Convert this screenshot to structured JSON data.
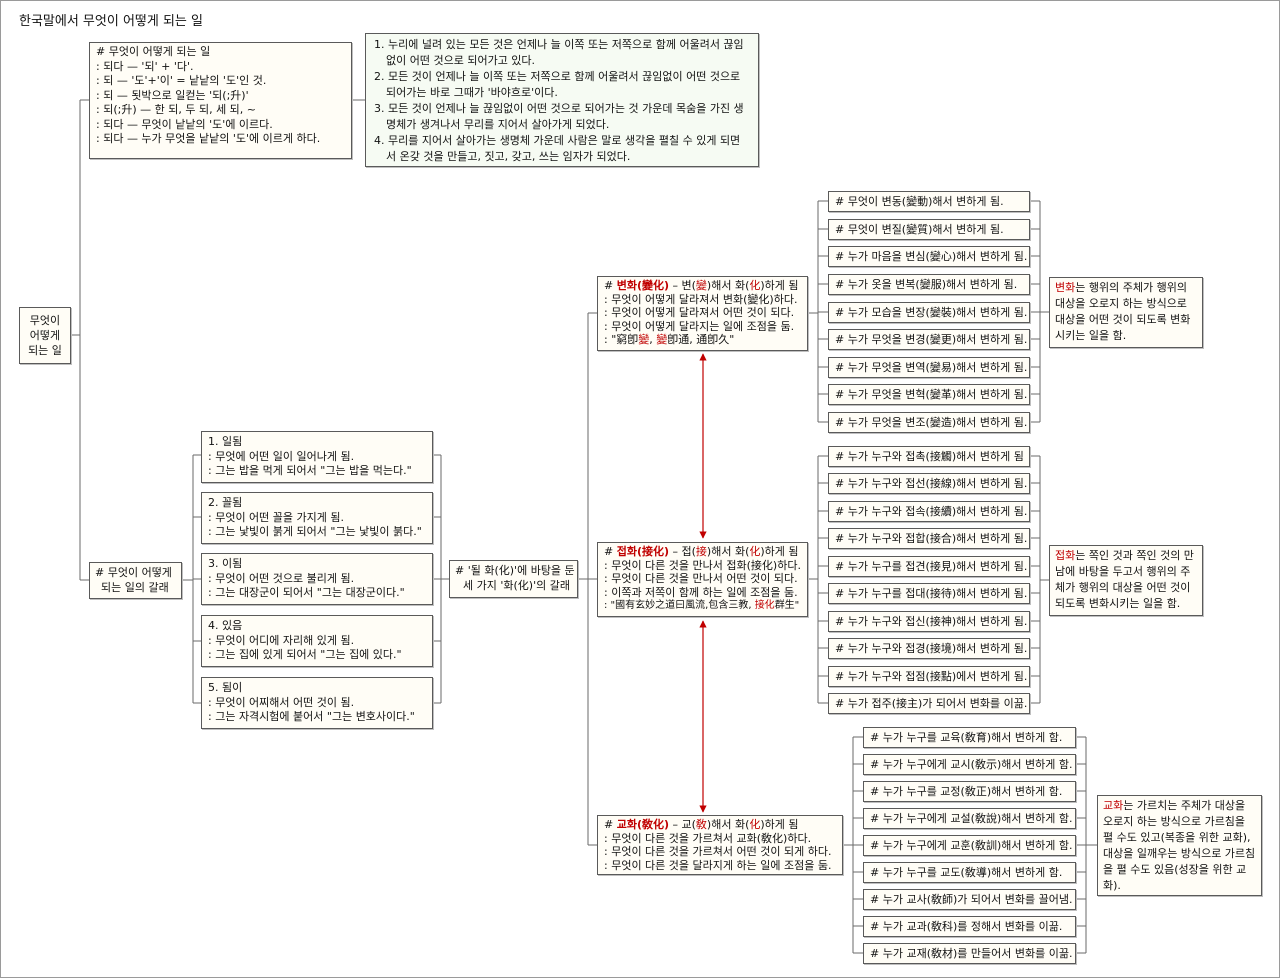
{
  "title": "한국말에서 무엇이 어떻게 되는 일",
  "root": "무엇이\n어떻게\n되는 일",
  "def_box": {
    "lines": [
      "# 무엇이 어떻게 되는 일",
      ": 되다 — '되' + '다'.",
      ": 되 — '도'+'이' = 낱낱의 '도'인 것.",
      ": 되 — 됫박으로 일컫는 '되(;升)'",
      ": 되(;升) — 한 되, 두 되, 세 되, ~",
      ": 되다 — 무엇이 낱낱의 '도'에 이르다.",
      ": 되다 — 누가 무엇을 낱낱의 '도'에 이르게 하다."
    ]
  },
  "numbered_box": {
    "items": [
      "누리에 널려 있는 모든 것은 언제나 늘 이쪽 또는 저쪽으로 함께 어울려서 끊임없이 어떤 것으로 되어가고 있다.",
      "모든 것이 언제나 늘 이쪽 또는 저쪽으로 함께 어울려서 끊임없이 어떤 것으로 되어가는 바로 그때가 '바야흐로'이다.",
      "모든 것이 언제나 늘 끊임없이 어떤 것으로 되어가는 것 가운데 목숨을 가진 생명체가 생겨나서 무리를 지어서 살아가게 되었다.",
      "무리를 지어서 살아가는 생명체 가운데 사람은 말로 생각을 펼칠 수 있게 되면서 온갖 것을 만들고, 짓고, 갖고, 쓰는 임자가 되었다."
    ]
  },
  "branch_box": [
    "# 무엇이 어떻게",
    "되는 일의 갈래"
  ],
  "kinds": [
    {
      "head": "1. 일됨",
      "l1": ": 무엇에 어떤 일이 일어나게 됨.",
      "l2": ": 그는 밥을 먹게 되어서 \"그는 밥을 먹는다.\""
    },
    {
      "head": "2. 꼴됨",
      "l1": ": 무엇이 어떤 꼴을 가지게 됨.",
      "l2": ": 그는 낯빛이 붉게 되어서 \"그는 낯빛이 붉다.\""
    },
    {
      "head": "3. 이됨",
      "l1": ": 무엇이 어떤 것으로 불리게 됨.",
      "l2": ": 그는 대장군이 되어서 \"그는 대장군이다.\""
    },
    {
      "head": "4. 있음",
      "l1": ": 무엇이 어디에 자리해 있게 됨.",
      "l2": ": 그는 집에 있게 되어서 \"그는 집에 있다.\""
    },
    {
      "head": "5. 됨이",
      "l1": ": 무엇이 어찌해서 어떤 것이 됨.",
      "l2": ": 그는 자격시험에 붙어서 \"그는 변호사이다.\""
    }
  ],
  "hwa_box": [
    "# '될 화(化)'에 바탕을 둔",
    "세 가지 '화(化)'의 갈래"
  ],
  "byeonhwa": {
    "head": {
      "p1": "# ",
      "term": "변화(變化)",
      "p2": " – 변(",
      "c1": "變",
      "p3": ")해서 화(",
      "c2": "化",
      "p4": ")하게 됨"
    },
    "lines": [
      ": 무엇이 어떻게 달라져서 변화(變化)하다.",
      ": 무엇이 어떻게 달라져서 어떤 것이 되다.",
      ": 무엇이 어떻게 달라지는 일에 조점을 둠."
    ],
    "quote": {
      "p1": ": \"窮卽",
      "c1": "變",
      "p2": ", ",
      "c2": "變",
      "p3": "卽通, 通卽久\""
    },
    "leaves": [
      "# 무엇이 변동(變動)해서 변하게 됨.",
      "# 무엇이 변질(變質)해서 변하게 됨.",
      "# 누가 마음을 변심(變心)해서 변하게 됨.",
      "# 누가 옷을 변복(變服)해서 변하게 됨.",
      "# 누가 모습을 변장(變裝)해서 변하게 됨.",
      "# 누가 무엇을 변경(變更)해서 변하게 됨.",
      "# 누가 무엇을 변역(變易)해서 변하게 됨.",
      "# 누가 무엇을 변혁(變革)해서 변하게 됨.",
      "# 누가 무엇을 변조(變造)해서 변하게 됨."
    ],
    "desc": {
      "term": "변화",
      "rest": "는 행위의 주체가 행위의 대상을 오로지 하는 방식으로 대상을 어떤 것이 되도록 변화시키는 일을 함."
    }
  },
  "jeophwa": {
    "head": {
      "p1": "# ",
      "term": "접화(接化)",
      "p2": " – 접(",
      "c1": "接",
      "p3": ")해서 화(",
      "c2": "化",
      "p4": ")하게 됨"
    },
    "lines": [
      ": 무엇이 다른 것을 만나서 접화(接化)하다.",
      ": 무엇이 다른 것을 만나서 어떤 것이 되다.",
      ": 이쪽과 저쪽이 함께 하는 일에 조점을 둠."
    ],
    "quote": {
      "p1": ": \"國有玄妙之道曰風流,包含三教, ",
      "c1": "接化",
      "p2": "群生\""
    },
    "leaves": [
      "# 누가 누구와 접촉(接觸)해서 변하게 됨",
      "# 누가 누구와 접선(接線)해서 변하게 됨.",
      "# 누가 누구와 접속(接續)해서 변하게 됨.",
      "# 누가 누구와 접합(接合)해서 변하게 됨.",
      "# 누가 누구를 접견(接見)해서 변하게 됨.",
      "# 누가 누구를 접대(接待)해서 변하게 됨.",
      "# 누가 누구와 접신(接神)해서 변하게 됨.",
      "# 누가 누구와 접경(接境)해서 변하게 됨.",
      "# 누가 누구와 접점(接點)에서 변하게 됨.",
      "# 누가 접주(接主)가 되어서 변화를 이끎."
    ],
    "desc": {
      "term": "접화",
      "rest": "는 쪽인 것과 쪽인 것의 만남에 바탕을 두고서 행위의 주체가 행위의 대상을 어떤 것이 되도록 변화시키는 일을 함."
    }
  },
  "gyohwa": {
    "head": {
      "p1": "# ",
      "term": "교화(敎化)",
      "p2": " – 교(",
      "c1": "敎",
      "p3": ")해서 화(",
      "c2": "化",
      "p4": ")하게 됨"
    },
    "lines": [
      ": 무엇이 다른 것을 가르쳐서 교화(敎化)하다.",
      ": 무엇이 다른 것을 가르쳐서 어떤 것이 되게 하다.",
      ": 무엇이 다른 것을 달라지게 하는 일에 조점을 둠."
    ],
    "leaves": [
      "# 누가 누구를 교육(敎育)해서 변하게 함.",
      "# 누가 누구에게 교시(敎示)해서 변하게 함.",
      "# 누가 누구를 교정(敎正)해서 변하게 함.",
      "# 누가 누구에게 교설(敎說)해서 변하게 함.",
      "# 누가 누구에게 교훈(敎訓)해서 변하게 함.",
      "# 누가 누구를 교도(敎導)해서 변하게 함.",
      "# 누가 교사(敎師)가 되어서 변화를 끌어냄.",
      "# 누가 교과(敎科)를 정해서 변화를 이끎.",
      "# 누가 교재(敎材)를 만들어서 변화를 이끎."
    ],
    "desc": {
      "term": "교화",
      "rest": "는 가르치는 주체가 대상을 오로지 하는 방식으로 가르침을 펼 수도 있고(복종을 위한 교화), 대상을 일깨우는 방식으로 가르침을 펼 수도 있음(성장을 위한 교화)."
    }
  },
  "colors": {
    "accent": "#c00000",
    "arrow": "#c00000",
    "box_fill": "#fffdf6",
    "note_fill": "#f6fbf3",
    "border": "#5a5a5a"
  }
}
